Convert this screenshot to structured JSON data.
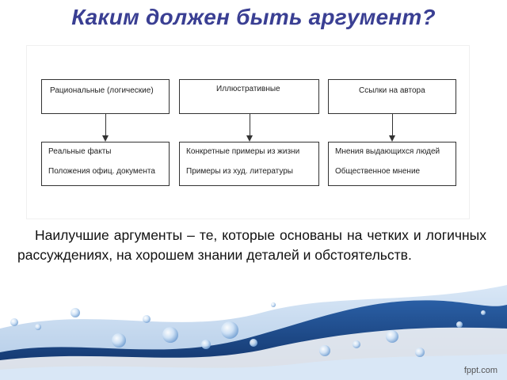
{
  "title": "Каким должен быть аргумент?",
  "diagram": {
    "columns": [
      {
        "top": "Рациональные (логические)",
        "bottom": [
          "Реальные факты",
          "Положения офиц. документа"
        ]
      },
      {
        "top": "Иллюстративные",
        "bottom": [
          "Конкретные примеры из жизни",
          "Примеры из худ. литературы"
        ]
      },
      {
        "top": "Ссылки на автора",
        "bottom": [
          "Мнения выдающихся людей",
          "Общественное мнение"
        ]
      }
    ]
  },
  "body_text": "Наилучшие аргументы – те, которые основаны на четких и логичных рассуждениях, на хорошем знании деталей и обстоятельств.",
  "footer_logo": "fppt.com",
  "colors": {
    "title": "#3a3f93",
    "wave_dark": "#1f4e8c",
    "wave_light": "#8fb6e0"
  }
}
